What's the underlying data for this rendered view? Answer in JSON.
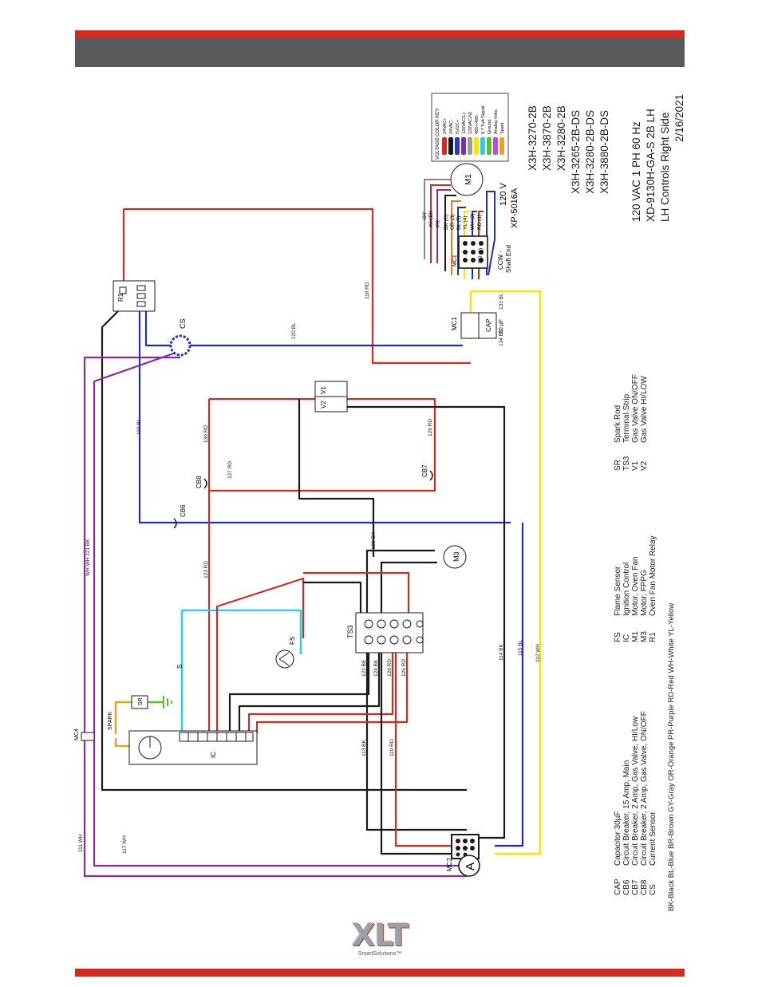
{
  "header": {},
  "models": [
    "X3H-3270-2B",
    "X3H-3870-2B",
    "X3H-3280-2B",
    "X3H-3265-2B-DS",
    "X3H-3280-2B-DS",
    "X3H-3880-2B-DS"
  ],
  "spec": [
    "120 VAC 1 PH 60 Hz",
    "XD-9130H-GA-S 2B LH",
    "LH Controls Right Side",
    "2/16/2021"
  ],
  "voltage_key": {
    "title": "VOLTAGE COLOR KEY:",
    "items": [
      {
        "label": "24VAC+",
        "color": "#d52b1e"
      },
      {
        "label": "24VAC-",
        "color": "#1a1a1a"
      },
      {
        "label": "5VDC+",
        "color": "#2b35d0"
      },
      {
        "label": "120VAC(L)",
        "color": "#7a2fb0"
      },
      {
        "label": "120VAC(N)",
        "color": "#9a9a9a"
      },
      {
        "label": "485+/485-",
        "color": "#f5e600"
      },
      {
        "label": "6.7 TuA Signal",
        "color": "#38c9e8"
      },
      {
        "label": "Ground",
        "color": "#5ac32a"
      },
      {
        "label": "Analog Volts",
        "color": "#c04ad0"
      },
      {
        "label": "Spark",
        "color": "#f0a020"
      }
    ]
  },
  "motor": {
    "label": "M1",
    "volt": "120 V",
    "part": "XP-5016A",
    "ccw": "CCW -",
    "shaft": "Shaft End",
    "plug": "MC1"
  },
  "motor_wires": [
    "GY",
    "WH/BK",
    "PR",
    "BK (C)",
    "OR (3)",
    "BL (5)",
    "YL (4)",
    "WH (2)",
    "RD (1)",
    "RD (6)"
  ],
  "components": {
    "r1": "R1",
    "cs": "CS",
    "mc1": "MC1",
    "cap": "CAP",
    "cap_val": "30 µF",
    "v1": "V1",
    "v2": "V2",
    "cb6": "CB6",
    "cb7": "CB7",
    "cb8": "CB8",
    "m3": "M3",
    "ts3": "TS3",
    "fs": "FS",
    "ic": "IC",
    "sr": "SR",
    "mc4": "MC4",
    "mc2": "MC2",
    "a": "A",
    "spark": "SPARK",
    "s": "S"
  },
  "wires": {
    "w118": "118 RD",
    "w120": "120 BL",
    "w119": "119 BL",
    "w130": "130 RD",
    "w127": "127 RD",
    "w129": "129 RD",
    "w123": "123 RD",
    "w128": "128 BK",
    "w121": "WH WH 121 BK",
    "w133": "133 BL",
    "w134": "134 BL",
    "w122": "122 BK",
    "w124": "124 BK",
    "w126": "126 RD",
    "w125": "125 RD",
    "w114": "114 BK",
    "w115": "115 BL",
    "w112": "112 WH",
    "w113": "113 BK",
    "w110": "110 RD",
    "w111": "111 WH",
    "w117": "117 WH"
  },
  "legend": {
    "col1": [
      {
        "code": "CAP",
        "desc": "Capacitor 30µF"
      },
      {
        "code": "CB6",
        "desc": "Circuit Breaker, 15 Amp, Main"
      },
      {
        "code": "CB7",
        "desc": "Circuit Breaker, 2 Amp, Gas Valve, HI/Low"
      },
      {
        "code": "CB8",
        "desc": "Circuit Breaker, 2 Amp, Gas Valve, ON/OFF"
      },
      {
        "code": "CS",
        "desc": "Current Sensor"
      }
    ],
    "col2": [
      {
        "code": "FS",
        "desc": "Flame Sensor"
      },
      {
        "code": "IC",
        "desc": "Ignition Control"
      },
      {
        "code": "M1",
        "desc": "Motor, Oven Fan"
      },
      {
        "code": "M3",
        "desc": "Motor, FPPG"
      },
      {
        "code": "R1",
        "desc": "Oven Fan Motor Relay"
      }
    ],
    "col3": [
      {
        "code": "SR",
        "desc": "Spark Rod"
      },
      {
        "code": "TS3",
        "desc": "Terminal Strip"
      },
      {
        "code": "V1",
        "desc": "Gas Valve ON/OFF"
      },
      {
        "code": "V2",
        "desc": "Gas Valve HI/LOW"
      }
    ],
    "colors": "BK-Black   BL-Blue   BR-Brown   GY-Gray   OR-Orange   PR-Purple   RD-Red   WH-White   YL-Yellow"
  },
  "logo": {
    "mark": "XLT",
    "sub": "SmartSolutions™"
  }
}
